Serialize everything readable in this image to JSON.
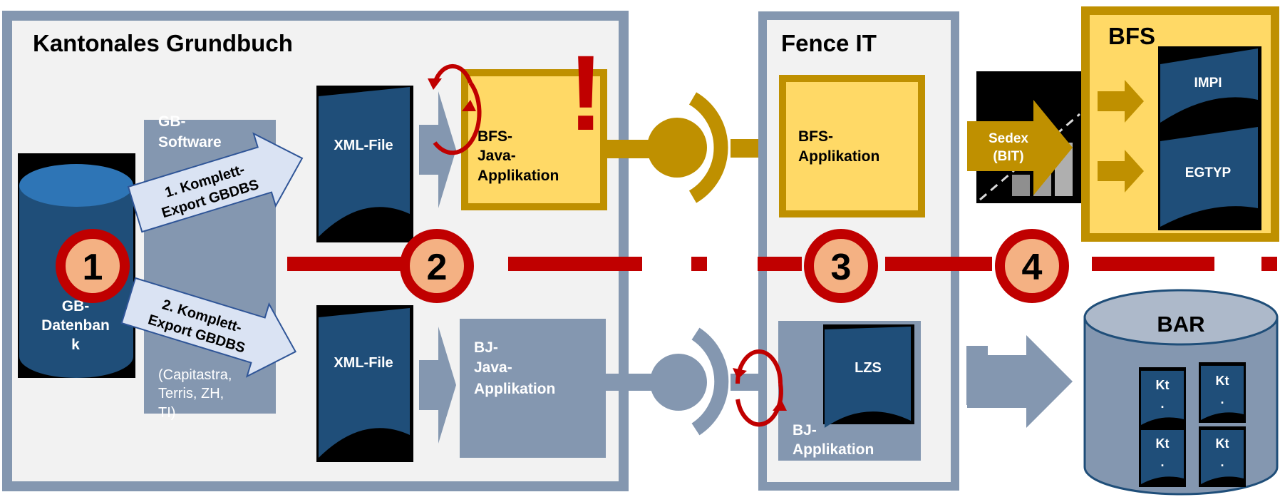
{
  "colors": {
    "panel_border": "#8497b0",
    "panel_fill": "#f2f2f2",
    "slate": "#8497b0",
    "navy": "#1f4e79",
    "gold": "#bf9000",
    "yellow": "#ffd966",
    "red": "#c00000",
    "badge_fill": "#f4b183"
  },
  "panels": {
    "kanton_title": "Kantonales Grundbuch",
    "fence_title": "Fence IT",
    "bfs_title": "BFS"
  },
  "kanton": {
    "gb_software_line1": "GB-",
    "gb_software_line2": "Software",
    "gb_db_line1": "GB-",
    "gb_db_line2": "Datenban",
    "gb_db_line3": "k",
    "export1_line1": "1. Komplett-",
    "export1_line2": "Export GBDBS",
    "export2_line1": "2. Komplett-",
    "export2_line2": "Export GBDBS",
    "vendors_line1": "(Capitastra,",
    "vendors_line2": "Terris, ZH,",
    "vendors_line3": "TI)",
    "xml_file_top": "XML-File",
    "xml_file_bottom": "XML-File",
    "bfs_java_line1": "BFS-",
    "bfs_java_line2": "Java-",
    "bfs_java_line3": "Applikation",
    "bj_java_line1": "BJ-",
    "bj_java_line2": "Java-",
    "bj_java_line3": "Applikation",
    "exclamation": "!"
  },
  "fence": {
    "bfs_app_line1": "BFS-",
    "bfs_app_line2": "Applikation",
    "lzs": "LZS",
    "bj_app_line1": "BJ-",
    "bj_app_line2": "Applikation"
  },
  "sedex": {
    "line1": "Sedex",
    "line2": "(BIT)"
  },
  "bfs": {
    "impi": "IMPI",
    "egtyp": "EGTYP"
  },
  "bar": {
    "title": "BAR",
    "kt_label": "Kt",
    "kt_dot": "."
  },
  "steps": [
    "1",
    "2",
    "3",
    "4"
  ]
}
